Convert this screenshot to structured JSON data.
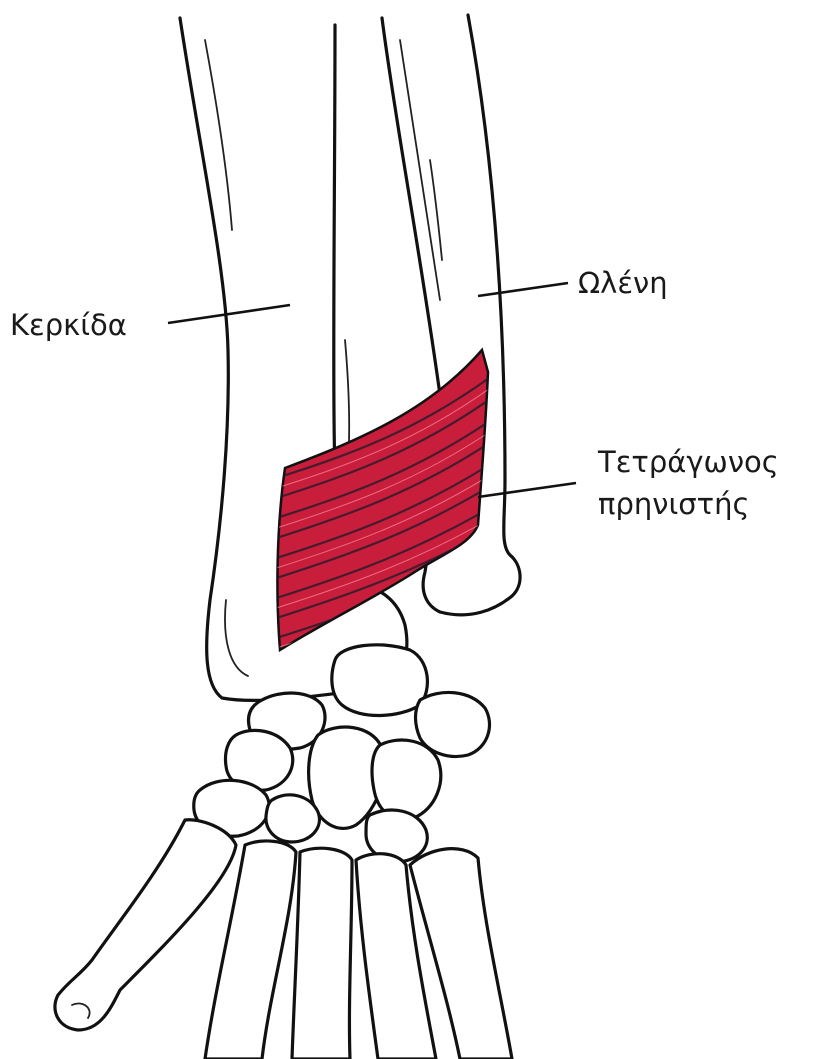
{
  "labels": {
    "radius": "Κερκίδα",
    "ulna": "Ωλένη",
    "muscle_line1": "Τετράγωνος",
    "muscle_line2": "πρηνιστής"
  },
  "colors": {
    "muscle": "#c81e3c",
    "muscle_shade": "#1b1b2a",
    "outline": "#111111"
  }
}
